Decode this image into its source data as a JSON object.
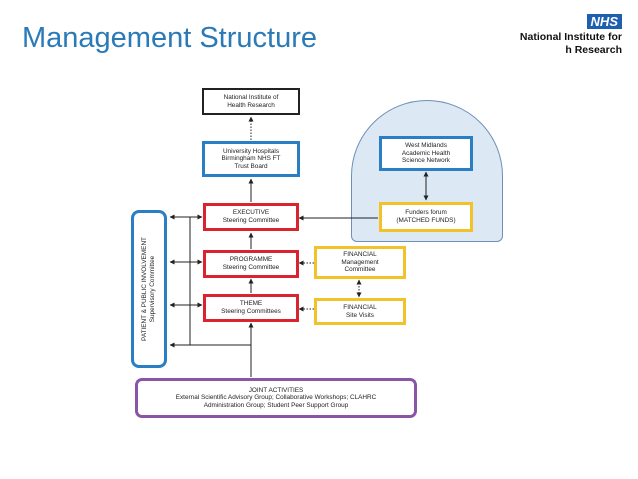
{
  "title": "Management Structure",
  "logo": {
    "nhs": "NHS",
    "line1": "National Institute for",
    "line2": "h Research"
  },
  "colors": {
    "title": "#2a7ab8",
    "blue": "#2a7fc4",
    "red": "#d9242f",
    "yellow": "#f2c22a",
    "purple": "#8a55a6",
    "dome_fill": "#dde8f5"
  },
  "nodes": {
    "nihr": {
      "line1": "National Institute of",
      "line2": "Health Research"
    },
    "uhb": {
      "line1": "University Hospitals",
      "line2": "Birmingham NHS FT",
      "line3": "Trust Board"
    },
    "executive": {
      "line1": "EXECUTIVE",
      "line2": "Steering Committee"
    },
    "programme": {
      "line1": "PROGRAMME",
      "line2": "Steering Committee"
    },
    "theme": {
      "line1": "THEME",
      "line2": "Steering Committees"
    },
    "wmahsn": {
      "line1": "West Midlands",
      "line2": "Academic Health",
      "line3": "Science Network"
    },
    "funders": {
      "line1": "Funders forum",
      "line2": "(MATCHED FUNDS)"
    },
    "financial_mgmt": {
      "line1": "FINANCIAL",
      "line2": "Management",
      "line3": "Committee"
    },
    "financial_visits": {
      "line1": "FINANCIAL",
      "line2": "Site Visits"
    },
    "ppi": {
      "line1": "PATIENT & PUBLIC INVOLVEMENT",
      "line2": "Supervisory Committee"
    },
    "joint": {
      "line1": "JOINT ACTIVITIES",
      "line2": "External Scientific Advisory Group; Collaborative Workshops; CLAHRC",
      "line3": "Administration Group; Student Peer Support Group"
    }
  }
}
